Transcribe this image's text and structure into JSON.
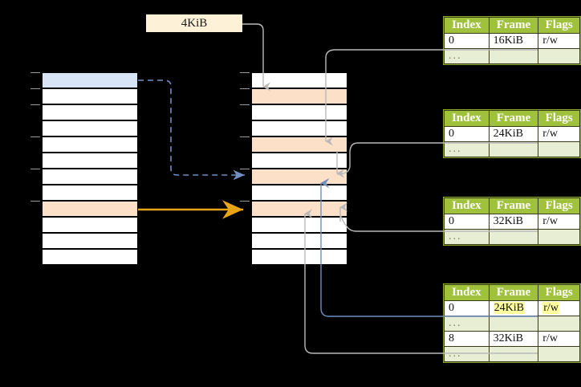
{
  "diagram": {
    "title": "page-table-address-translation",
    "background": "#000000",
    "size_label": {
      "text": "4KiB",
      "bg": "#fdf2d8"
    },
    "colors": {
      "header_green": "#9fc13b",
      "ellipsis_green": "#e8eed4",
      "highlight_yellow": "#ffffa0",
      "cell_blue": "#d7e5f7",
      "cell_peach": "#fde0c8",
      "arrow_orange": "#e8a317",
      "arrow_blue": "#6f8fc0",
      "arrow_gray": "#b3b3b3"
    }
  },
  "left_column": {
    "name": "virtual-address-space",
    "cell_count": 12,
    "cells": [
      {
        "index": 0,
        "fill": "blue"
      },
      {
        "index": 1,
        "fill": "white"
      },
      {
        "index": 2,
        "fill": "white"
      },
      {
        "index": 3,
        "fill": "white"
      },
      {
        "index": 4,
        "fill": "white"
      },
      {
        "index": 5,
        "fill": "white"
      },
      {
        "index": 6,
        "fill": "white"
      },
      {
        "index": 7,
        "fill": "white"
      },
      {
        "index": 8,
        "fill": "peach"
      },
      {
        "index": 9,
        "fill": "white"
      },
      {
        "index": 10,
        "fill": "white"
      },
      {
        "index": 11,
        "fill": "white"
      }
    ],
    "ticks_at": [
      0,
      1,
      2,
      4,
      6,
      8
    ]
  },
  "right_column": {
    "name": "physical-memory",
    "cell_count": 12,
    "cells": [
      {
        "index": 0,
        "fill": "white"
      },
      {
        "index": 1,
        "fill": "peach"
      },
      {
        "index": 2,
        "fill": "white"
      },
      {
        "index": 3,
        "fill": "white"
      },
      {
        "index": 4,
        "fill": "peach"
      },
      {
        "index": 5,
        "fill": "white"
      },
      {
        "index": 6,
        "fill": "peach"
      },
      {
        "index": 7,
        "fill": "white"
      },
      {
        "index": 8,
        "fill": "peach"
      },
      {
        "index": 9,
        "fill": "white"
      },
      {
        "index": 10,
        "fill": "white"
      },
      {
        "index": 11,
        "fill": "white"
      }
    ],
    "ticks_at": [
      0,
      1,
      2,
      4,
      6,
      8
    ]
  },
  "tables": [
    {
      "name": "page-table-level-1",
      "headers": [
        "Index",
        "Frame",
        "Flags"
      ],
      "rows": [
        {
          "type": "data",
          "index": "0",
          "frame": "16KiB",
          "flags": "r/w",
          "highlight": false
        },
        {
          "type": "ellipsis",
          "index": "...",
          "frame": "",
          "flags": ""
        }
      ]
    },
    {
      "name": "page-table-level-2",
      "headers": [
        "Index",
        "Frame",
        "Flags"
      ],
      "rows": [
        {
          "type": "data",
          "index": "0",
          "frame": "24KiB",
          "flags": "r/w",
          "highlight": false
        },
        {
          "type": "ellipsis",
          "index": "...",
          "frame": "",
          "flags": ""
        }
      ]
    },
    {
      "name": "page-table-level-3",
      "headers": [
        "Index",
        "Frame",
        "Flags"
      ],
      "rows": [
        {
          "type": "data",
          "index": "0",
          "frame": "32KiB",
          "flags": "r/w",
          "highlight": false
        },
        {
          "type": "ellipsis",
          "index": "...",
          "frame": "",
          "flags": ""
        }
      ]
    },
    {
      "name": "page-table-level-4",
      "headers": [
        "Index",
        "Frame",
        "Flags"
      ],
      "rows": [
        {
          "type": "data",
          "index": "0",
          "frame": "24KiB",
          "flags": "r/w",
          "highlight": true
        },
        {
          "type": "ellipsis",
          "index": "...",
          "frame": "",
          "flags": ""
        },
        {
          "type": "data",
          "index": "8",
          "frame": "32KiB",
          "flags": "r/w",
          "highlight": false
        },
        {
          "type": "ellipsis",
          "index": "...",
          "frame": "",
          "flags": ""
        }
      ]
    }
  ]
}
